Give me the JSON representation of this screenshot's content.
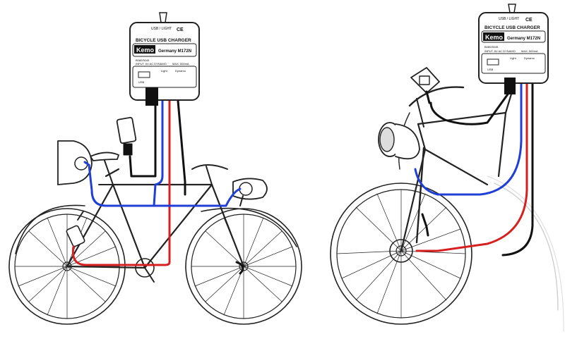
{
  "charger": {
    "top_label": "USB / LIGHT",
    "marks": "CE",
    "title": "BICYCLE USB CHARGER",
    "brand": "Kemo",
    "model": "Germany  M172N",
    "code": "B080/5045",
    "input_text": "INPUT: 6V AC DYNAMO",
    "max_text": "MAX: 500mA",
    "usb_label": "USB",
    "light_label": "Light",
    "dynamo_label": "Dynamo"
  },
  "colors": {
    "wire_red": "#d62020",
    "wire_blue": "#1f3fd6",
    "wire_black": "#111111",
    "frame_line": "#222222"
  }
}
